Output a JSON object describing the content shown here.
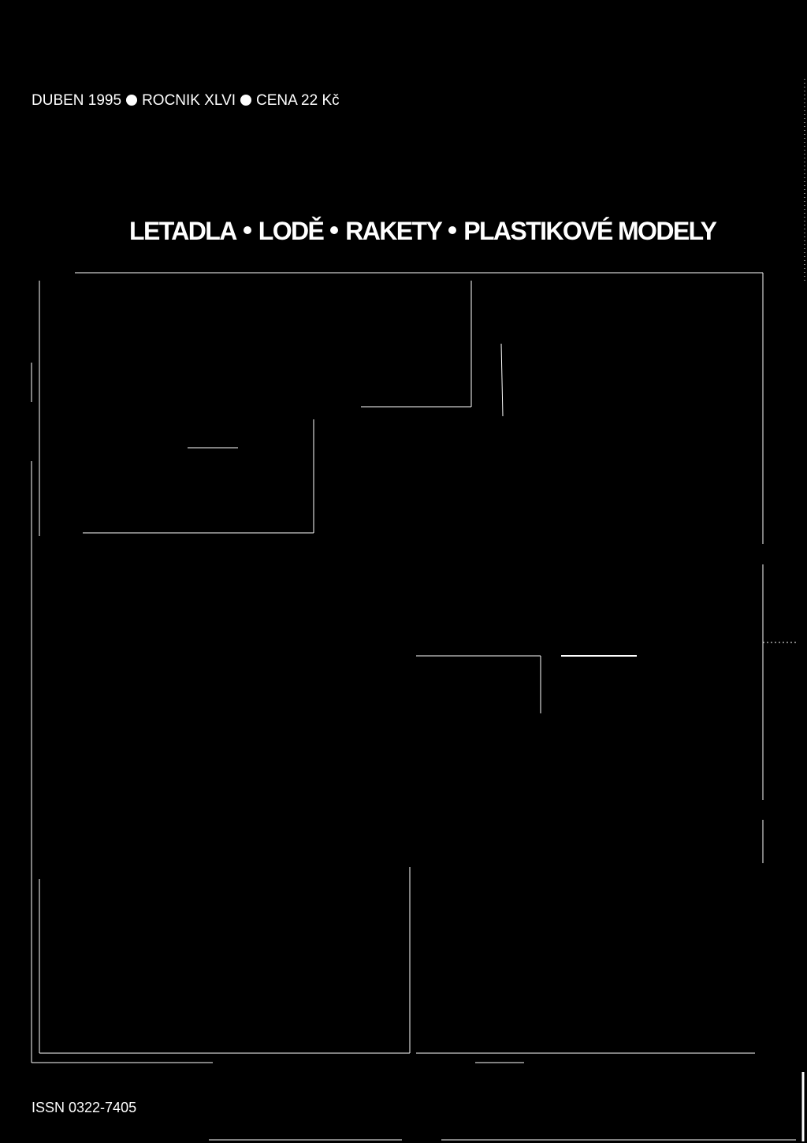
{
  "masthead": {
    "month_year": "DUBEN 1995",
    "volume": "ROCNIK XLVI",
    "price": "CENA 22 Kč"
  },
  "tagline": {
    "items": [
      "LETADLA",
      "LODĚ",
      "RAKETY",
      "PLASTIKOVÉ MODELY"
    ]
  },
  "footer": {
    "issn": "ISSN 0322-7405"
  },
  "colors": {
    "background": "#000000",
    "text": "#ffffff"
  }
}
